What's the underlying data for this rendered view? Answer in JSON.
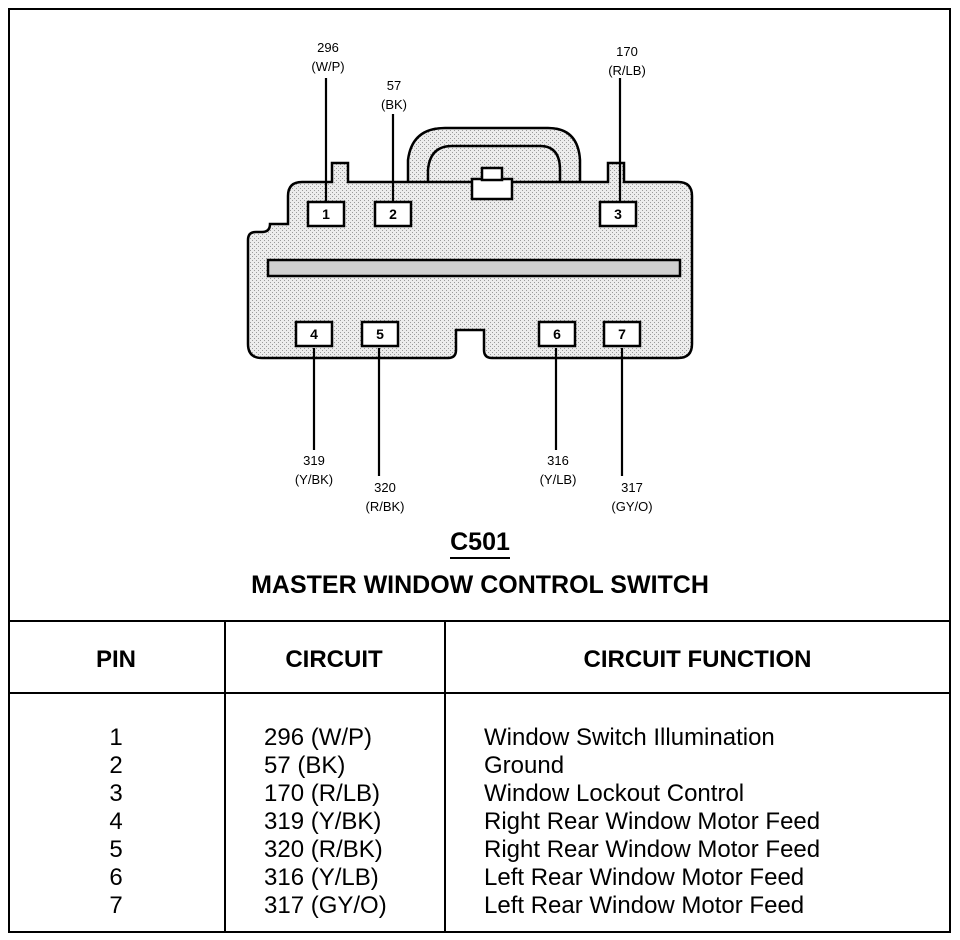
{
  "connector": {
    "id": "C501",
    "title": "MASTER WINDOW CONTROL SWITCH",
    "pins": [
      {
        "num": "1",
        "circuit": "296",
        "color": "(W/P)"
      },
      {
        "num": "2",
        "circuit": "57",
        "color": "(BK)"
      },
      {
        "num": "3",
        "circuit": "170",
        "color": "(R/LB)"
      },
      {
        "num": "4",
        "circuit": "319",
        "color": "(Y/BK)"
      },
      {
        "num": "5",
        "circuit": "320",
        "color": "(R/BK)"
      },
      {
        "num": "6",
        "circuit": "316",
        "color": "(Y/LB)"
      },
      {
        "num": "7",
        "circuit": "317",
        "color": "(GY/O)"
      }
    ]
  },
  "table": {
    "headers": {
      "pin": "PIN",
      "circuit": "CIRCUIT",
      "function": "CIRCUIT FUNCTION"
    },
    "rows": [
      {
        "pin": "1",
        "circuit": "296 (W/P)",
        "function": "Window Switch Illumination"
      },
      {
        "pin": "2",
        "circuit": "57 (BK)",
        "function": "Ground"
      },
      {
        "pin": "3",
        "circuit": "170 (R/LB)",
        "function": "Window Lockout Control"
      },
      {
        "pin": "4",
        "circuit": "319 (Y/BK)",
        "function": "Right Rear Window Motor Feed"
      },
      {
        "pin": "5",
        "circuit": "320 (R/BK)",
        "function": "Right Rear Window Motor Feed"
      },
      {
        "pin": "6",
        "circuit": "316 (Y/LB)",
        "function": "Left Rear Window Motor Feed"
      },
      {
        "pin": "7",
        "circuit": "317 (GY/O)",
        "function": "Left Rear Window Motor Feed"
      }
    ]
  },
  "colors": {
    "body_fill": "#d6d6d6",
    "line": "#000000"
  }
}
